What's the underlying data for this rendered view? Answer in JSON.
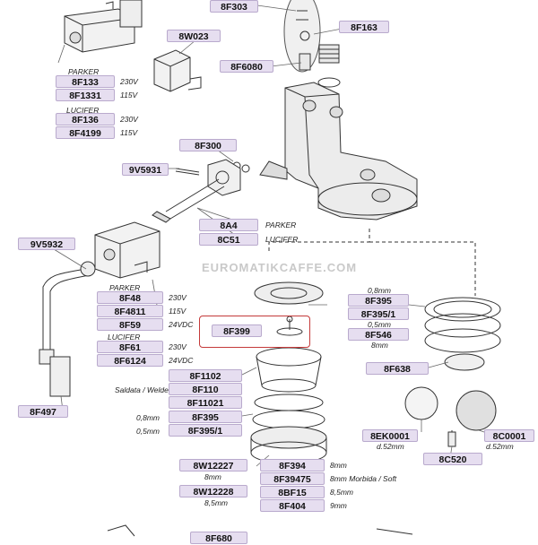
{
  "watermark": "EUROMATIKCAFFE.COM",
  "labels": {
    "l_8F303": "8F303",
    "l_8F163": "8F163",
    "l_8W023": "8W023",
    "l_8F6080": "8F6080",
    "l_8F133": "8F133",
    "l_8F1331": "8F1331",
    "l_8F136": "8F136",
    "l_8F4199": "8F4199",
    "l_8F300": "8F300",
    "l_9V5931": "9V5931",
    "l_8A4": "8A4",
    "l_8C51": "8C51",
    "l_9V5932": "9V5932",
    "l_8F48": "8F48",
    "l_8F4811": "8F4811",
    "l_8F59": "8F59",
    "l_8F61": "8F61",
    "l_8F6124": "8F6124",
    "l_8F399": "8F399",
    "l_8F395a": "8F395",
    "l_8F395_1a": "8F395/1",
    "l_8F546": "8F546",
    "l_8F638": "8F638",
    "l_8F1102": "8F1102",
    "l_8F110": "8F110",
    "l_8F11021": "8F11021",
    "l_8F395b": "8F395",
    "l_8F395_1b": "8F395/1",
    "l_8F497": "8F497",
    "l_8EK0001": "8EK0001",
    "l_8C0001": "8C0001",
    "l_8C520": "8C520",
    "l_8W12227": "8W12227",
    "l_8W12228": "8W12228",
    "l_8F394": "8F394",
    "l_8F39475": "8F39475",
    "l_8BF15": "8BF15",
    "l_8F404": "8F404",
    "l_cut": "8F680"
  },
  "notes": {
    "parker1": "PARKER",
    "lucifer1": "LUCIFER",
    "v230a": "230V",
    "v115a": "115V",
    "v230b": "230V",
    "v115b": "115V",
    "parker2": "PARKER",
    "lucifer2": "LUCIFER",
    "parker3": "PARKER",
    "v230c": "230V",
    "v115c": "115V",
    "v24a": "24VDC",
    "lucifer3": "LUCIFER",
    "v230d": "230V",
    "v24b": "24VDC",
    "mm08a": "0,8mm",
    "mm05a": "0,5mm",
    "mm8a": "8mm",
    "saldata": "Saldata / Welded",
    "mm08b": "0,8mm",
    "mm05b": "0,5mm",
    "d52a": "d.52mm",
    "d52b": "d.52mm",
    "mm8b": "8mm",
    "mm8c": "8mm",
    "morbida": "8mm Morbida / Soft",
    "mm85a": "8,5mm",
    "mm85b": "8,5mm",
    "mm9": "9mm"
  }
}
